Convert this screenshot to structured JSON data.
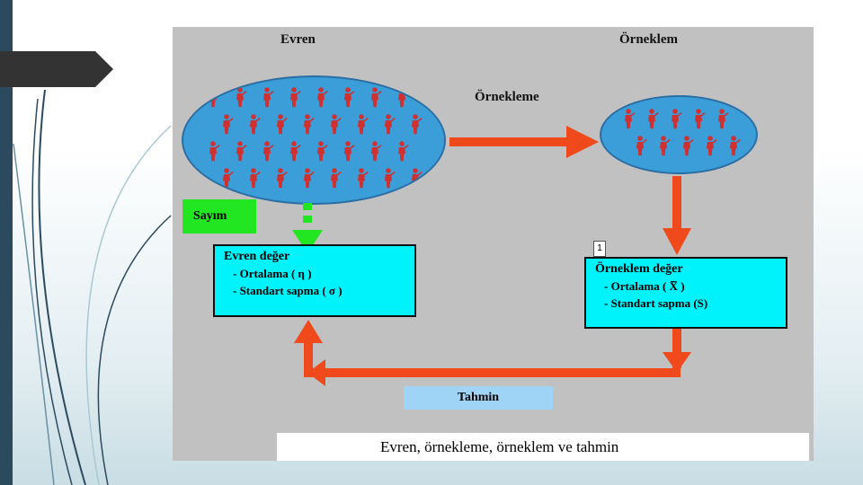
{
  "diagram": {
    "title_population": "Evren",
    "title_sample": "Örneklem",
    "sampling_label": "Örnekleme",
    "census_label": "Sayım",
    "population_box": {
      "title": "Evren değer",
      "mean": "-  Ortalama ( η )",
      "std": "-  Standart sapma ( σ )"
    },
    "sample_box": {
      "title": "Örneklem değer",
      "mean": "-  Ortalama ( X̅ )",
      "std": "-  Standart sapma (S)"
    },
    "badge_number": "1",
    "estimation_label": "Tahmin",
    "caption": "Evren, örnekleme, örneklem ve tahmin"
  },
  "colors": {
    "arrow": "#f04a1c",
    "ellipse": "#3b9ed9",
    "figures": "#d03030",
    "census_box": "#22e622",
    "value_box": "#00f2fa",
    "estimate_box": "#9fd4f6",
    "sidebar": "#2c4a5e"
  },
  "icons": {
    "population_people": "people-figures-icon",
    "sample_people": "people-figures-icon"
  }
}
